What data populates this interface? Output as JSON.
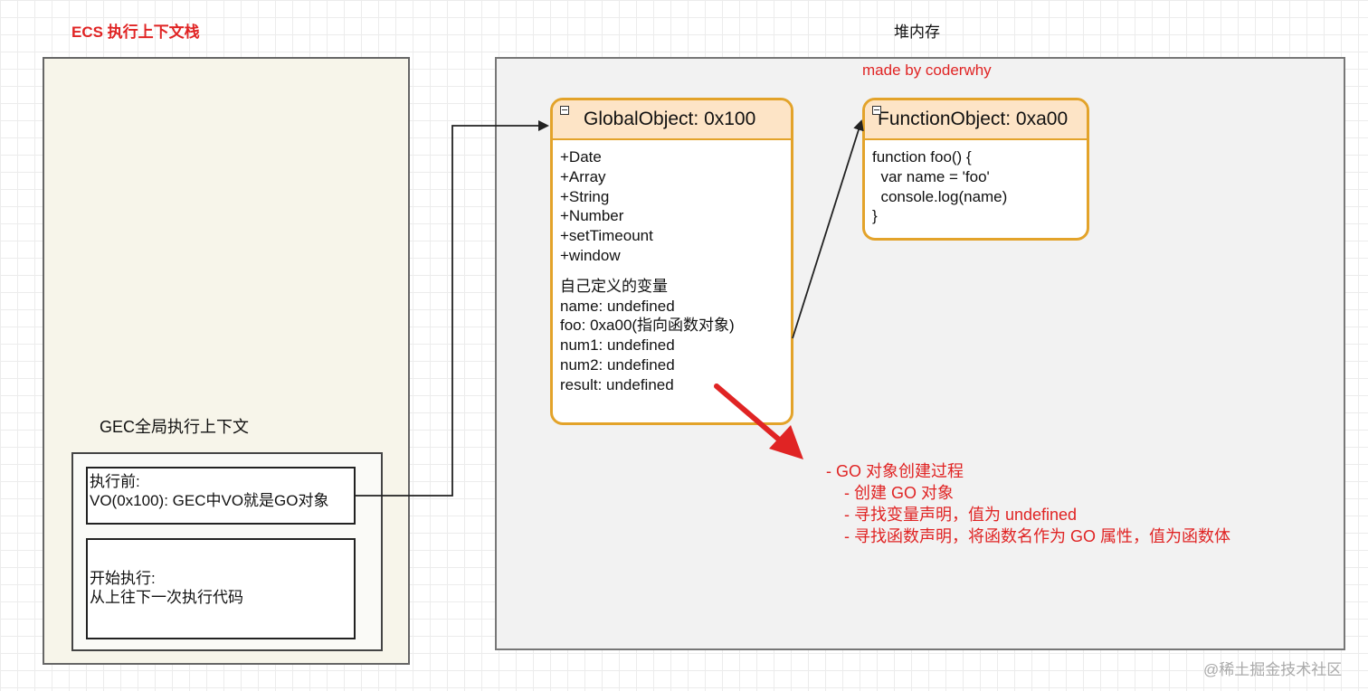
{
  "ecs": {
    "title": "ECS 执行上下文栈",
    "gec_label": "GEC全局执行上下文",
    "before_exec": {
      "line1": "执行前:",
      "line2": "VO(0x100): GEC中VO就是GO对象"
    },
    "start_exec": {
      "line1": "开始执行:",
      "line2": "从上往下一次执行代码"
    }
  },
  "heap": {
    "title": "堆内存",
    "credit": "made by coderwhy"
  },
  "global_object": {
    "header": "GlobalObject: 0x100",
    "builtins": [
      "+Date",
      "+Array",
      "+String",
      "+Number",
      "+setTimeount",
      "+window"
    ],
    "vars_title": "自己定义的变量",
    "vars": [
      "name: undefined",
      "foo: 0xa00(指向函数对象)",
      "num1: undefined",
      "num2: undefined",
      "result: undefined"
    ]
  },
  "function_object": {
    "header": "FunctionObject: 0xa00",
    "code": [
      "function foo() {",
      "  var name = 'foo'",
      "  console.log(name)",
      "}"
    ]
  },
  "notes": {
    "title": "- GO 对象创建过程",
    "items": [
      "- 创建 GO 对象",
      "- 寻找变量声明，值为 undefined",
      "- 寻找函数声明，将函数名作为 GO 属性，值为函数体"
    ]
  },
  "watermark": "@稀土掘金技术社区",
  "colors": {
    "accent_red": "#e02424",
    "object_border": "#e3a32a",
    "object_header": "#fde4c6"
  }
}
